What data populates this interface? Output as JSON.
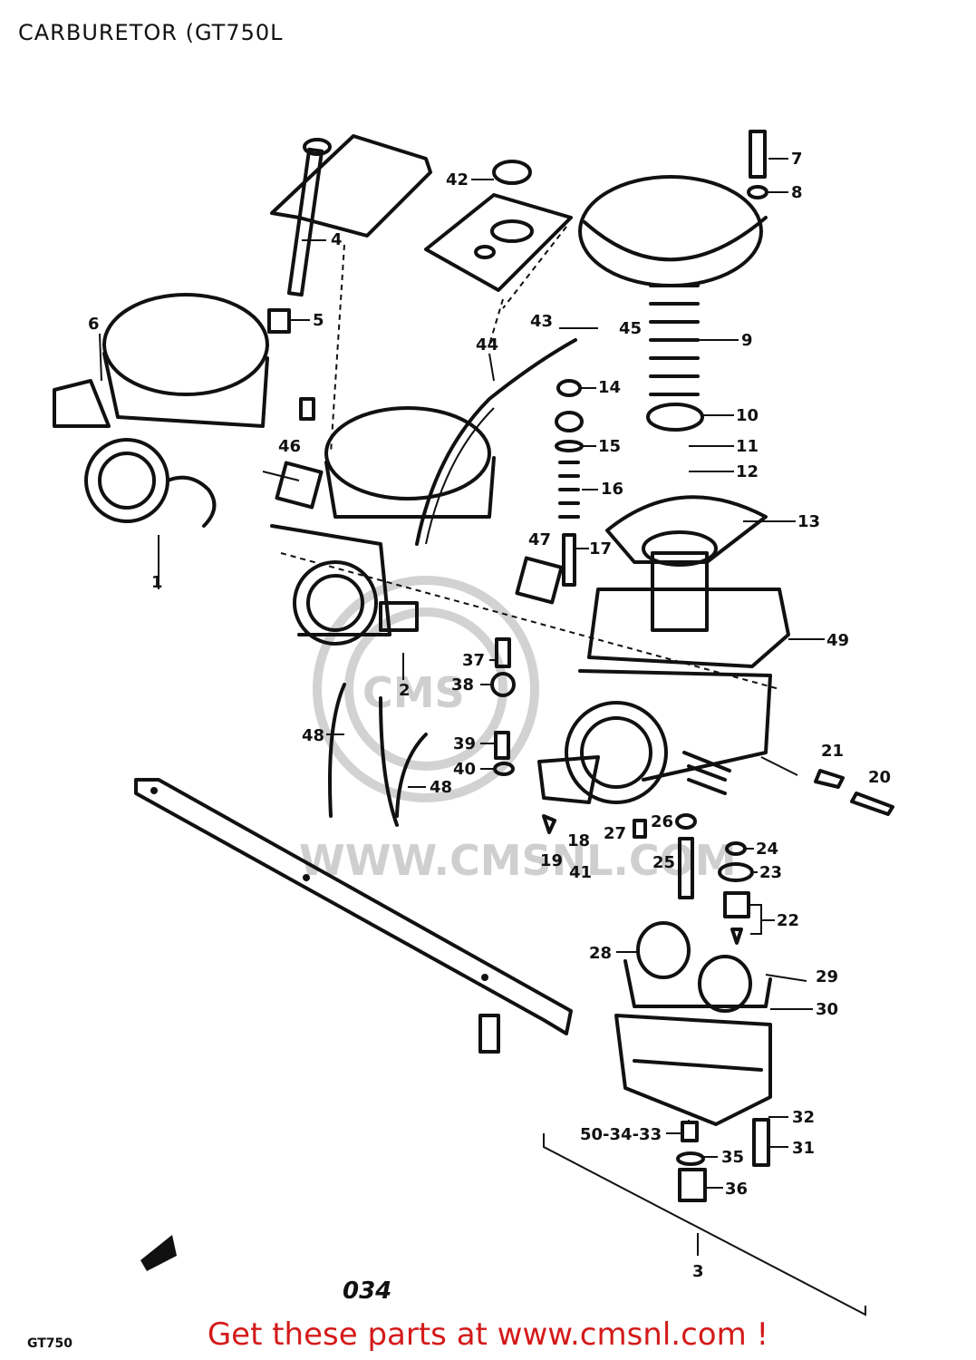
{
  "title": "CARBURETOR (GT750L",
  "watermark": {
    "text": "WWW.CMSNL.COM",
    "logo": "CMS"
  },
  "diagram_code": "034",
  "model_code": "GT750",
  "footer": {
    "cta": "Get these parts at www.cmsnl.com !",
    "color": "#d41a1a"
  },
  "callouts": [
    "1",
    "2",
    "3",
    "4",
    "5",
    "6",
    "7",
    "8",
    "9",
    "10",
    "11",
    "12",
    "13",
    "14",
    "15",
    "16",
    "17",
    "18",
    "19",
    "20",
    "21",
    "22",
    "23",
    "24",
    "25",
    "26",
    "27",
    "28",
    "29",
    "30",
    "31",
    "32",
    "35",
    "36",
    "37",
    "38",
    "39",
    "40",
    "41",
    "42",
    "43",
    "44",
    "45",
    "46",
    "47",
    "48",
    "48",
    "49",
    "50-34-33"
  ],
  "icons": [
    "carburetor-body-icon",
    "float-bowl-icon",
    "throttle-spring-icon",
    "diaphragm-icon"
  ]
}
